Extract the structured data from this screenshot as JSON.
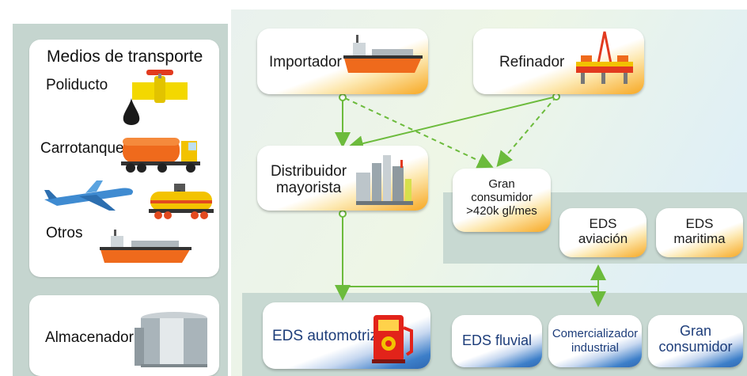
{
  "transport_panel": {
    "title": "Medios de transporte",
    "items": [
      "Poliducto",
      "Carrotanque",
      "Otros"
    ]
  },
  "storage": {
    "label": "Almacenador"
  },
  "nodes": {
    "importador": "Importador",
    "refinador": "Refinador",
    "distribuidor": {
      "line1": "Distribuidor",
      "line2": "mayorista"
    },
    "gran_consumidor_top": {
      "line1": "Gran",
      "line2": "consumidor",
      "line3": ">420k gl/mes"
    },
    "eds_aviacion": {
      "line1": "EDS",
      "line2": "aviación"
    },
    "eds_maritima": {
      "line1": "EDS",
      "line2": "maritima"
    },
    "eds_automotriz": "EDS automotriz",
    "eds_fluvial": "EDS fluvial",
    "comercializador": {
      "line1": "Comercializador",
      "line2": "industrial"
    },
    "gran_consumidor_bottom": {
      "line1": "Gran",
      "line2": "consumidor"
    }
  },
  "colors": {
    "arrow_green": "#6cbb3c",
    "panel_gray": "#c5d5cf",
    "orange_accent": "#f7a823",
    "blue_accent": "#2e66b0"
  },
  "icons": [
    "valve-icon",
    "oil-drop-icon",
    "tanker-truck-icon",
    "airplane-icon",
    "rail-tank-car-icon",
    "ship-icon",
    "storage-tank-icon",
    "refinery-icon",
    "oil-rig-icon",
    "fuel-pump-icon"
  ]
}
